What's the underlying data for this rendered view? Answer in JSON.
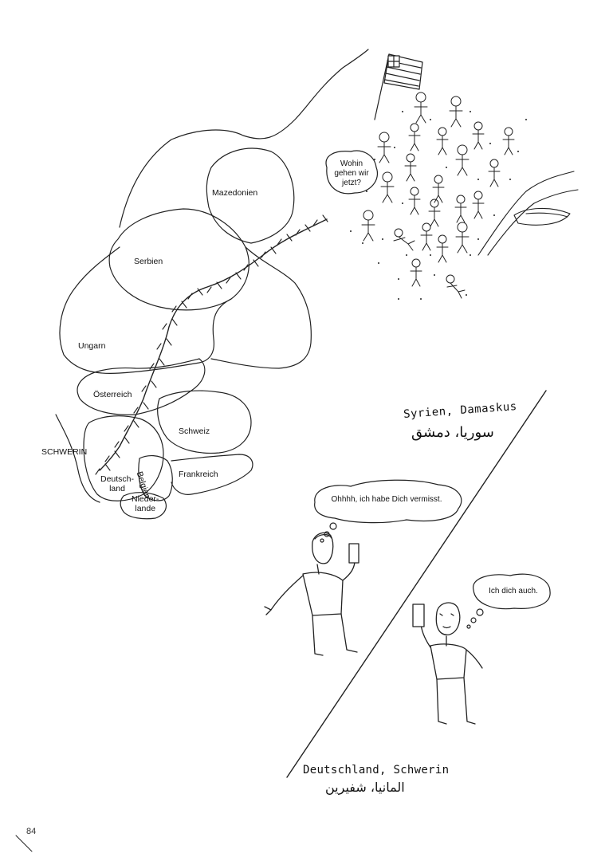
{
  "map": {
    "countries": {
      "mazedonien": "Mazedonien",
      "serbien": "Serbien",
      "ungarn": "Ungarn",
      "oesterreich": "Österreich",
      "schweiz": "Schweiz",
      "deutschland": "Deutsch-\nland",
      "belgien": "Belgien",
      "frankreich": "Frankreich",
      "niederlande": "Nieder-\nlande"
    },
    "city": "SCHWERIN"
  },
  "speech": {
    "refugee_question": "Wohin gehen wir jetzt?",
    "syria_phone": "Ohhhh, ich habe Dich vermisst.",
    "germany_phone": "Ich dich auch."
  },
  "locations": {
    "syria_latin": "Syrien, Damaskus",
    "syria_arabic": "سوريا، دمشق",
    "germany_latin": "Deutschland, Schwerin",
    "germany_arabic": "المانيا، شفيرين"
  },
  "page_number": "84"
}
